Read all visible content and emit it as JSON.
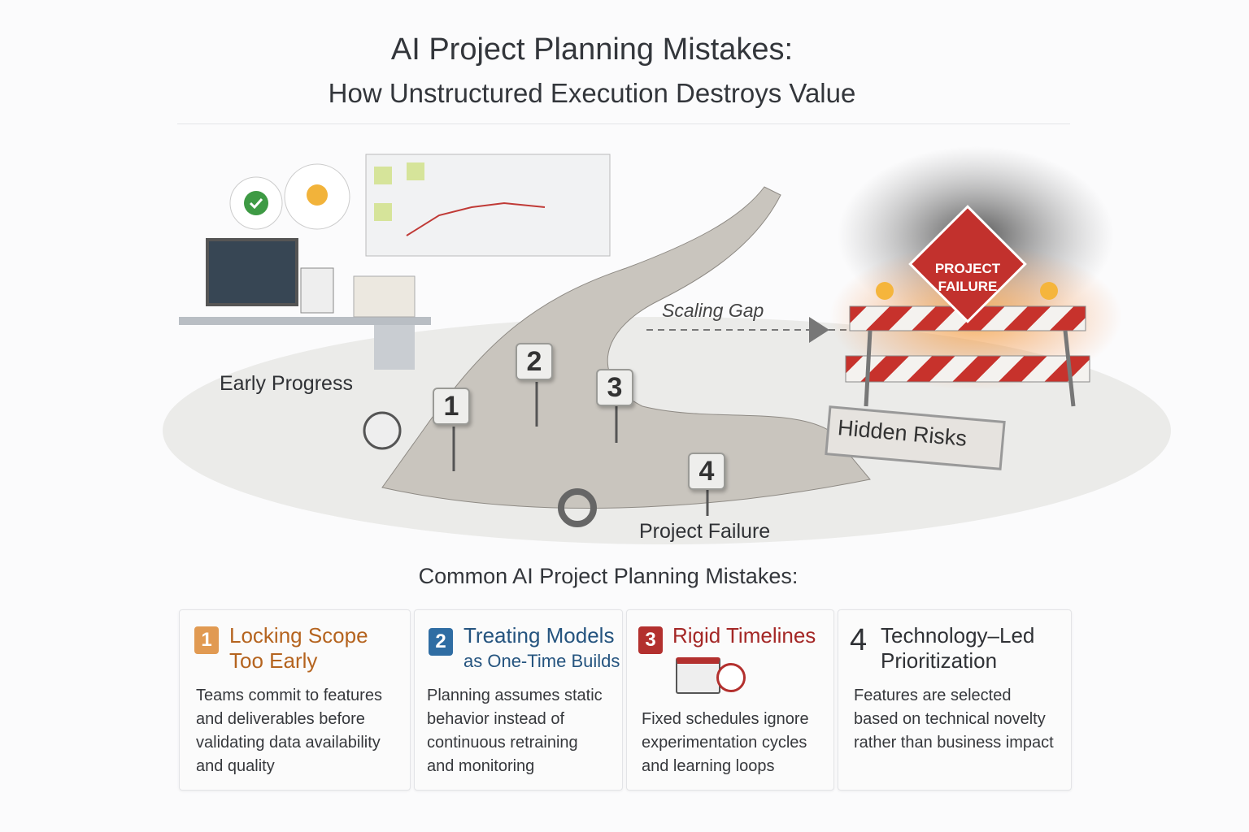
{
  "header": {
    "title": "AI Project Planning Mistakes:",
    "subtitle": "How Unstructured Execution Destroys Value"
  },
  "illustration": {
    "early_progress": "Early Progress",
    "scaling_gap": "Scaling Gap",
    "project_failure": "Project Failure",
    "hidden_risks": "Hidden Risks",
    "failure_sign": [
      "PROJECT",
      "FAILURE"
    ],
    "markers": [
      "1",
      "2",
      "3",
      "4"
    ]
  },
  "section_title": "Common AI Project Planning Mistakes:",
  "cards": [
    {
      "number": "1",
      "title": [
        "Locking Scope",
        "Too Early"
      ],
      "desc": [
        "Teams commit to features",
        "and deliverables before",
        "validating data availability",
        "and quality"
      ],
      "color": "#b5641f",
      "badge": "#e19a52"
    },
    {
      "number": "2",
      "title": [
        "Treating Models",
        "as One-Time Builds"
      ],
      "desc": [
        "Planning assumes static",
        "behavior instead of",
        "continuous retraining",
        "and monitoring"
      ],
      "color": "#25547f",
      "badge": "#2f6da3"
    },
    {
      "number": "3",
      "title": [
        "Rigid Timelines"
      ],
      "desc": [
        "Fixed schedules ignore",
        "experimentation cycles",
        "and learning loops"
      ],
      "color": "#a42726",
      "badge": "#b3302e"
    },
    {
      "number": "4",
      "title": [
        "Technology–Led",
        "Prioritization"
      ],
      "desc": [
        "Features are selected",
        "based on technical novelty",
        "rather than business impact"
      ],
      "color": "#2f3135",
      "badge": "#2f3135"
    }
  ]
}
